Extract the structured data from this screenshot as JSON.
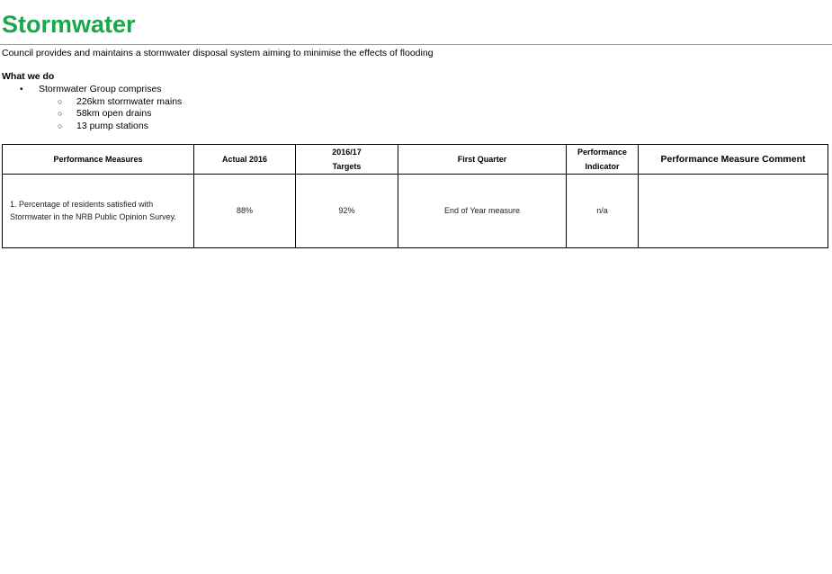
{
  "page": {
    "title": "Stormwater",
    "intro": "Council provides and maintains a stormwater disposal system aiming to minimise the effects of flooding",
    "section_heading": "What we do",
    "bullet": "Stormwater Group comprises",
    "sub_items": [
      "226km stormwater mains",
      "58km open drains",
      "13 pump stations"
    ],
    "bullet_marker": "•",
    "sub_marker": "○"
  },
  "table": {
    "headers": {
      "measures": "Performance Measures",
      "actual": "Actual 2016",
      "targets_line1": "2016/17",
      "targets_line2": "Targets",
      "first_quarter": "First Quarter",
      "indicator_line1": "Performance",
      "indicator_line2": "Indicator",
      "comment": "Performance Measure Comment"
    },
    "rows": [
      {
        "measure": "1.  Percentage of residents satisfied with Stormwater in the NRB Public Opinion Survey.",
        "actual": "88%",
        "target": "92%",
        "first_quarter": "End of Year measure",
        "indicator": "n/a",
        "comment": ""
      }
    ]
  },
  "colors": {
    "title": "#1aa64a",
    "title_rule": "#4cb4e6"
  }
}
